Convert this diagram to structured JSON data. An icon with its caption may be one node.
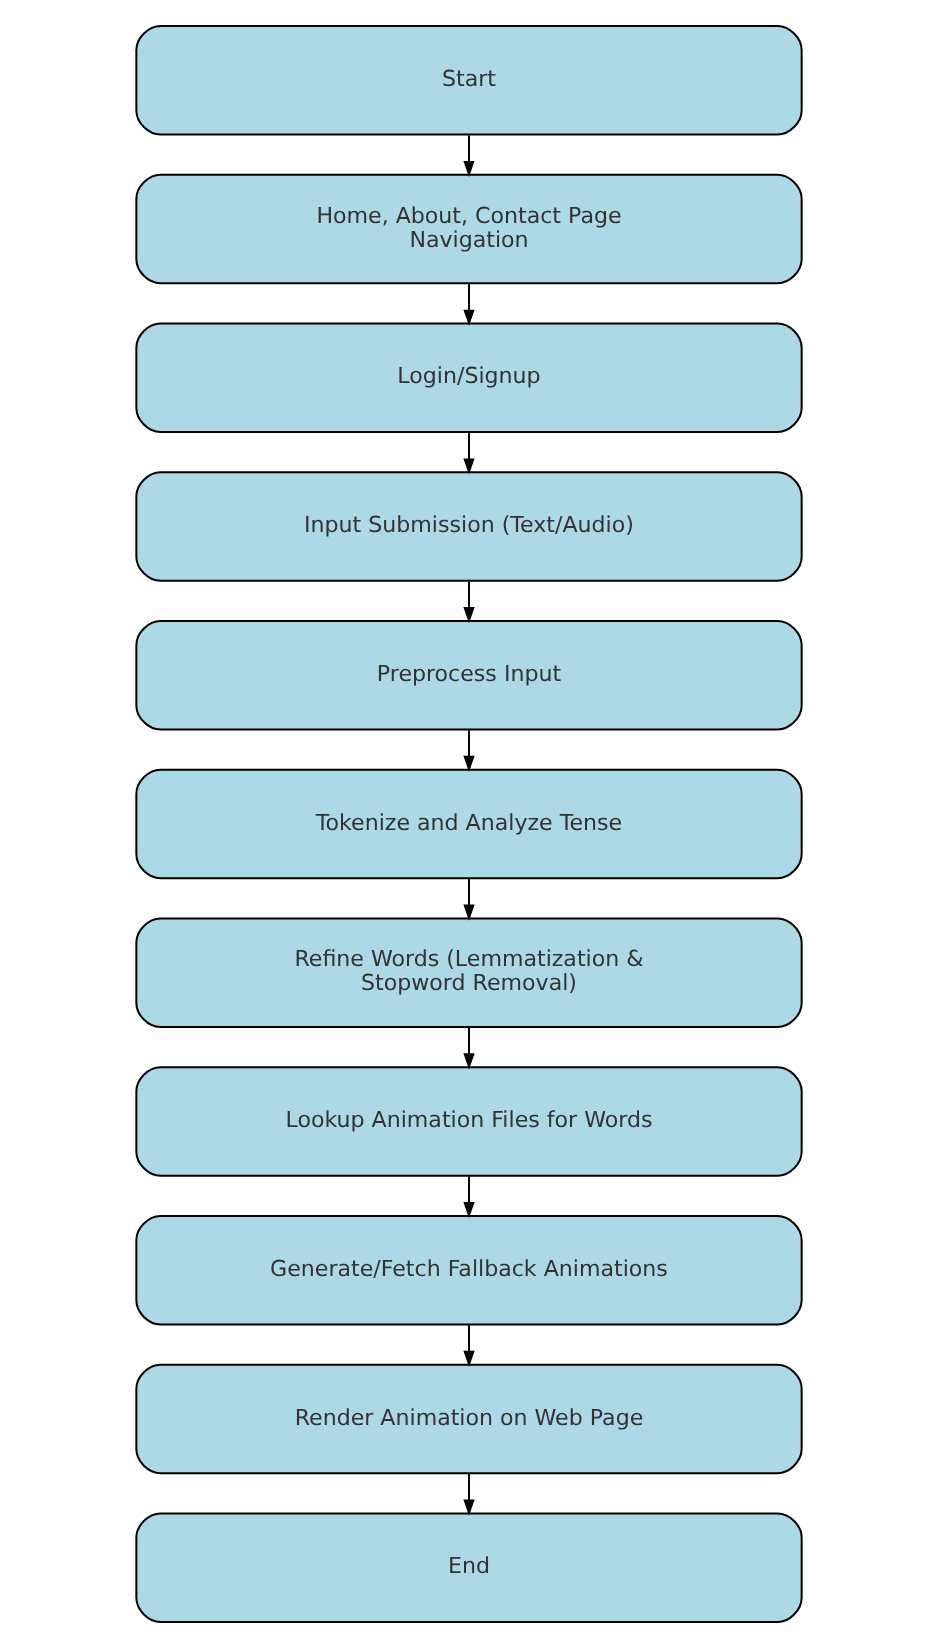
{
  "diagram": {
    "nodes": [
      {
        "text": [
          "Start"
        ]
      },
      {
        "text": [
          "Home, About, Contact Page Navigation"
        ]
      },
      {
        "text": [
          "Login/Signup"
        ]
      },
      {
        "text": [
          "Input Submission (Text/Audio)"
        ]
      },
      {
        "text": [
          "Preprocess Input"
        ]
      },
      {
        "text": [
          "Tokenize and Analyze Tense"
        ]
      },
      {
        "text": [
          "Refine Words (Lemmatization & Stopword Removal)"
        ]
      },
      {
        "text": [
          "Lookup Animation Files for Words"
        ]
      },
      {
        "text": [
          "Generate/Fetch Fallback Animations"
        ]
      },
      {
        "text": [
          "Render Animation on Web Page"
        ]
      },
      {
        "text": [
          "End"
        ]
      }
    ],
    "edges": [
      {
        "from": 0,
        "to": 1,
        "arrow": "to"
      },
      {
        "from": 1,
        "to": 2,
        "arrow": "to"
      },
      {
        "from": 2,
        "to": 3,
        "arrow": "to"
      },
      {
        "from": 3,
        "to": 4,
        "arrow": "to"
      },
      {
        "from": 4,
        "to": 5,
        "arrow": "to"
      },
      {
        "from": 5,
        "to": 6,
        "arrow": "to"
      },
      {
        "from": 6,
        "to": 7,
        "arrow": "to"
      },
      {
        "from": 7,
        "to": 8,
        "arrow": "to"
      },
      {
        "from": 8,
        "to": 9,
        "arrow": "to"
      },
      {
        "from": 9,
        "to": 10,
        "arrow": "to"
      }
    ]
  }
}
